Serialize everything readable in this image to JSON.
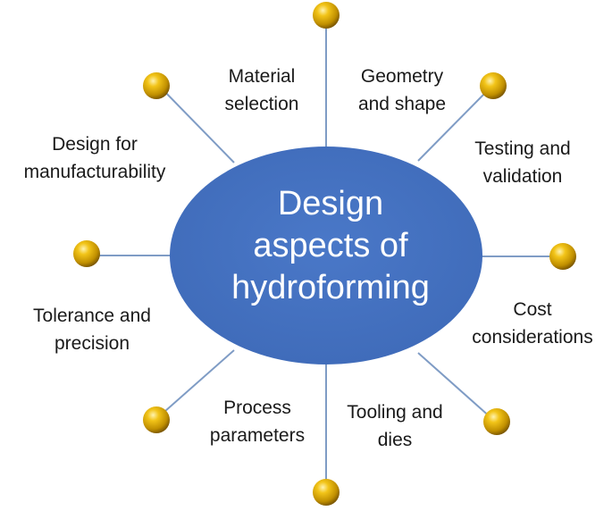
{
  "colors": {
    "center_fill": "#4472c4",
    "spoke": "#7f9cc5",
    "ball_light": "#ffe680",
    "ball_mid": "#d4a600",
    "ball_dark": "#8a6400"
  },
  "center": {
    "lines": [
      "Design",
      "aspects of",
      "hydroforming"
    ]
  },
  "aspects": [
    {
      "lines": [
        "Material",
        "selection"
      ]
    },
    {
      "lines": [
        "Geometry",
        "and shape"
      ]
    },
    {
      "lines": [
        "Testing and",
        "validation"
      ]
    },
    {
      "lines": [
        "Cost",
        "considerations"
      ]
    },
    {
      "lines": [
        "Tooling and",
        "dies"
      ]
    },
    {
      "lines": [
        "Process",
        "parameters"
      ]
    },
    {
      "lines": [
        "Tolerance and",
        "precision"
      ]
    },
    {
      "lines": [
        "Design for",
        "manufacturability"
      ]
    }
  ]
}
